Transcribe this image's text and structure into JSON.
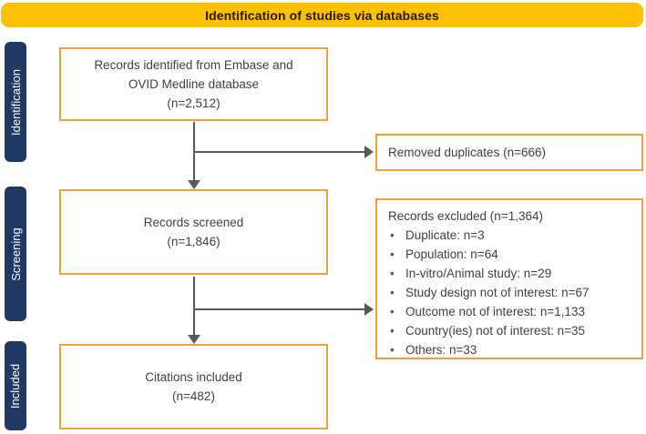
{
  "banner": {
    "title": "Identification of studies via databases"
  },
  "sidebar": {
    "stages": [
      {
        "label": "Identification"
      },
      {
        "label": "Screening"
      },
      {
        "label": "Included"
      }
    ]
  },
  "flow": {
    "identified": {
      "lines": [
        "Records identified from Embase and",
        "OVID Medline database",
        "(n=2,512)"
      ]
    },
    "removed_duplicates": {
      "label": "Removed duplicates (n=666)"
    },
    "screened": {
      "lines": [
        "Records screened",
        "(n=1,846)"
      ]
    },
    "excluded": {
      "title": "Records excluded (n=1,364)",
      "items": [
        "Duplicate: n=3",
        "Population: n=64",
        "In-vitro/Animal study: n=29",
        "Study design not of interest: n=67",
        "Outcome not of interest: n=1,133",
        "Country(ies) not of interest: n=35",
        "Others: n=33"
      ]
    },
    "included": {
      "lines": [
        "Citations included",
        "(n=482)"
      ]
    }
  },
  "colors": {
    "banner_bg": "#FFC000",
    "stage_bg": "#1F3864",
    "box_border": "#EAA23C",
    "arrow": "#595959",
    "text": "#404040"
  }
}
